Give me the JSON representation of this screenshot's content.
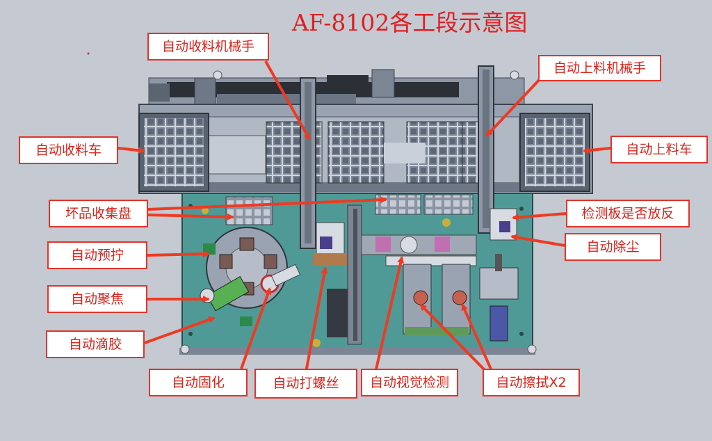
{
  "title": "AF-8102各工段示意图",
  "labels": {
    "receive_arm": "自动收料机械手",
    "feed_arm": "自动上料机械手",
    "receive_cart": "自动收料车",
    "feed_cart": "自动上料车",
    "bad_tray": "坏品收集盘",
    "board_check": "检测板是否放反",
    "pre_tighten": "自动预拧",
    "dust_removal": "自动除尘",
    "focus": "自动聚焦",
    "glue": "自动滴胶",
    "cure": "自动固化",
    "screw": "自动打螺丝",
    "vision": "自动视觉检测",
    "wipe": "自动擦拭X2"
  },
  "colors": {
    "background": "#c4c9d2",
    "title": "#e02020",
    "label_border": "#e2342a",
    "label_text": "#d8231a",
    "arrow": "#ef3a22",
    "machine_frame": "#7b8595",
    "base_plate": "#4f9a96"
  }
}
